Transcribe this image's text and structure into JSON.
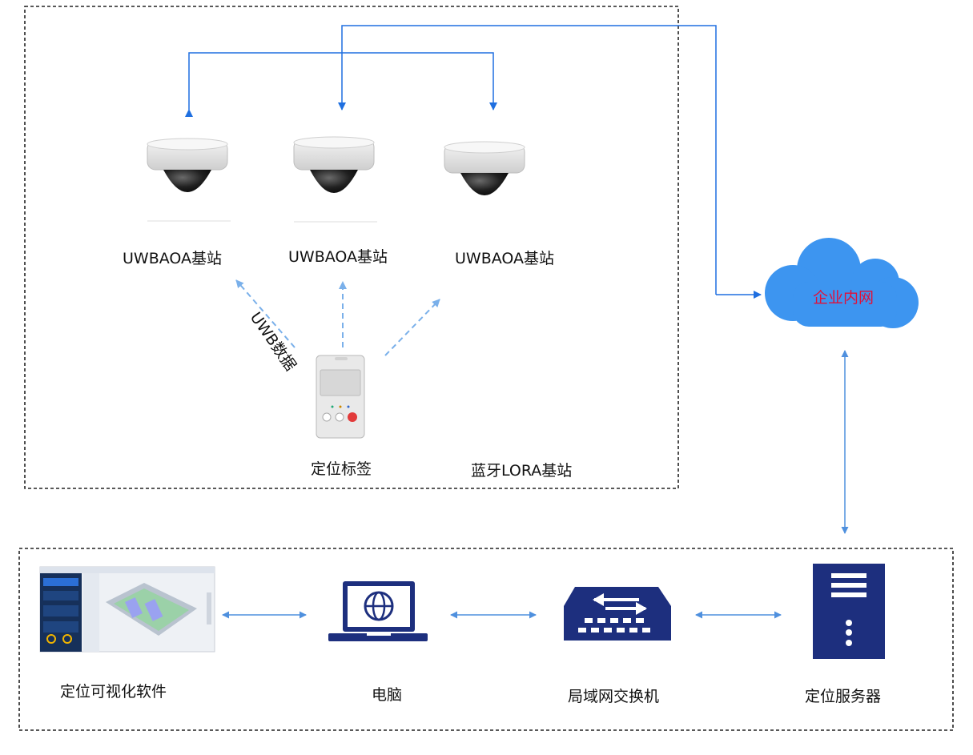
{
  "top_group": {
    "stations": [
      {
        "label": "UWBAOA基站"
      },
      {
        "label": "UWBAOA基站"
      },
      {
        "label": "UWBAOA基站"
      }
    ],
    "uwb_data_label": "UWB数据",
    "tag_label": "定位标签",
    "bluetooth_label": "蓝牙LORA基站"
  },
  "cloud": {
    "label": "企业内网",
    "text_color": "#e0103a",
    "fill_color": "#3d95f0"
  },
  "bottom_group": {
    "software_label": "定位可视化软件",
    "computer_label": "电脑",
    "switch_label": "局域网交换机",
    "server_label": "定位服务器"
  },
  "colors": {
    "icon_navy": "#1d2f7e",
    "arrow_blue": "#1f6fe0",
    "dashed_arrow": "#7ab0ea"
  }
}
